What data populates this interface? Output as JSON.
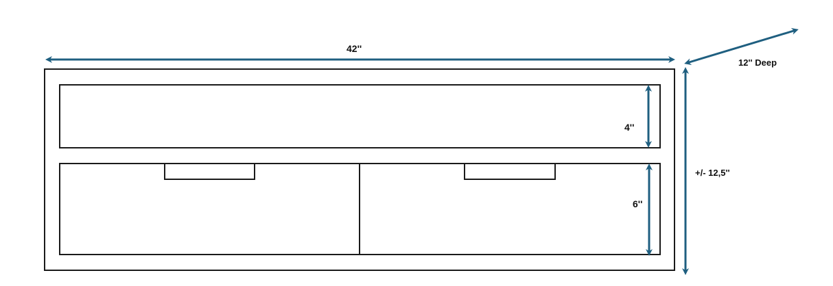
{
  "diagram": {
    "type": "cabinet-dimension-sketch",
    "colors": {
      "arrow": "#1f5f80",
      "outline": "#1a1a1a",
      "background": "#ffffff"
    },
    "dimensions": {
      "width": {
        "label": "42''",
        "direction": "horizontal"
      },
      "depth": {
        "label": "12'' Deep",
        "direction": "diagonal"
      },
      "height": {
        "label": "+/- 12,5''",
        "direction": "vertical"
      },
      "top_shelf_height": {
        "label": "4''",
        "direction": "vertical"
      },
      "drawer_height": {
        "label": "6''",
        "direction": "vertical"
      }
    },
    "components": {
      "outer_frame": {
        "name": "cabinet outer frame"
      },
      "top_shelf": {
        "name": "top open compartment"
      },
      "drawers": [
        {
          "name": "left drawer",
          "handle": "cutout handle"
        },
        {
          "name": "right drawer",
          "handle": "cutout handle"
        }
      ]
    }
  }
}
